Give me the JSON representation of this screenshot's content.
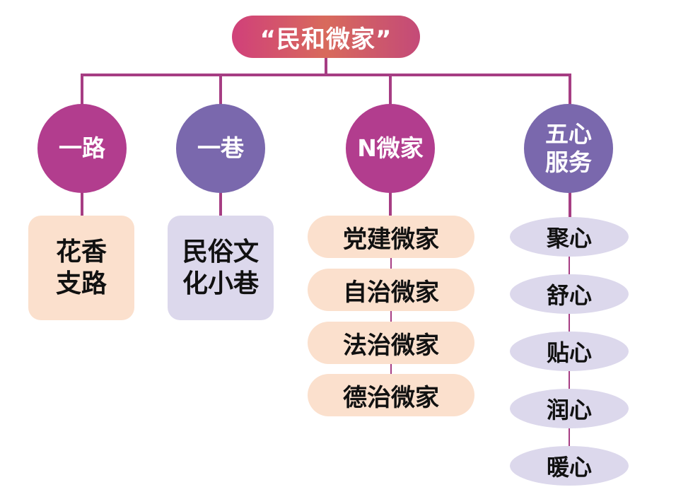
{
  "root": {
    "label": "“民和微家”"
  },
  "branches": [
    {
      "label": "一路",
      "children": [
        "花香\n支路"
      ]
    },
    {
      "label": "一巷",
      "children": [
        "民俗文\n化小巷"
      ]
    },
    {
      "label": "N微家",
      "children": [
        "党建微家",
        "自治微家",
        "法治微家",
        "德治微家"
      ]
    },
    {
      "label": "五心\n服务",
      "children": [
        "聚心",
        "舒心",
        "贴心",
        "润心",
        "暖心"
      ]
    }
  ],
  "colors": {
    "line": "#a63d83",
    "magenta": "#b23d8e",
    "purple": "#7a68ad",
    "peach": "#fbe0cd",
    "lavender": "#dcd8ec"
  }
}
